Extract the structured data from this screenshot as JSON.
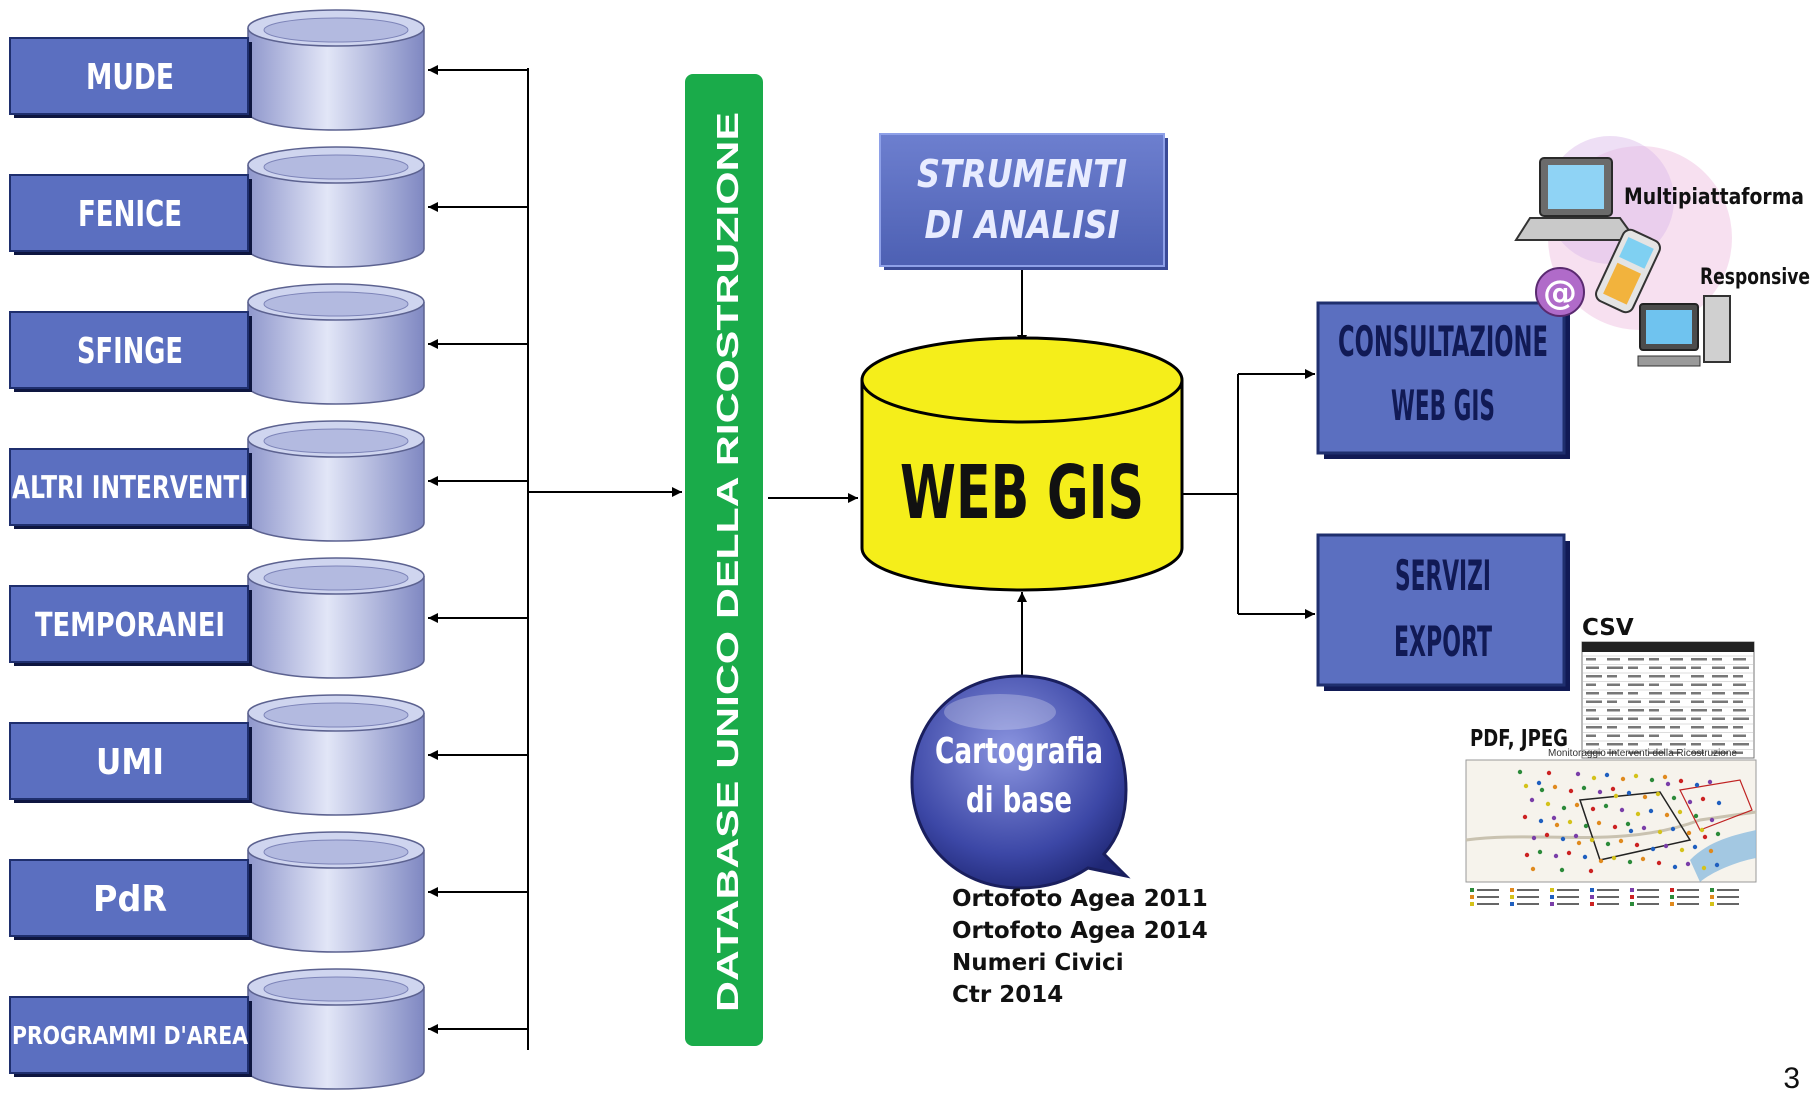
{
  "source_systems": [
    {
      "label": "MUDE"
    },
    {
      "label": "FENICE"
    },
    {
      "label": "SFINGE"
    },
    {
      "label": "ALTRI INTERVENTI"
    },
    {
      "label": "TEMPORANEI"
    },
    {
      "label": "UMI"
    },
    {
      "label": "PdR"
    },
    {
      "label": "PROGRAMMI D'AREA"
    }
  ],
  "database_bar": {
    "label": "DATABASE UNICO DELLA RICOSTRUZIONE"
  },
  "analysis_tools": {
    "line1": "STRUMENTI",
    "line2": "DI ANALISI"
  },
  "web_gis": {
    "label": "WEB GIS"
  },
  "cartografia": {
    "line1": "Cartografia",
    "line2": "di base",
    "sources": [
      "Ortofoto Agea 2011",
      "Ortofoto Agea 2014",
      "Numeri Civici",
      "Ctr 2014"
    ]
  },
  "consultazione": {
    "line1": "CONSULTAZIONE",
    "line2": "WEB GIS",
    "tag1": "Multipiattaforma",
    "tag2": "Responsive"
  },
  "servizi": {
    "line1": "SERVIZI",
    "line2": "EXPORT",
    "csv_label": "CSV",
    "pdf_label": "PDF, JPEG",
    "map_title": "Monitoraggio Interventi della Ricostruzione"
  },
  "page_number": "3",
  "colors": {
    "box": "#5b6fc0",
    "box_dark": "#1f2f6e",
    "green": "#1aab4a",
    "yellow": "#f5ee1a",
    "cylinder": "#b7bee3"
  }
}
